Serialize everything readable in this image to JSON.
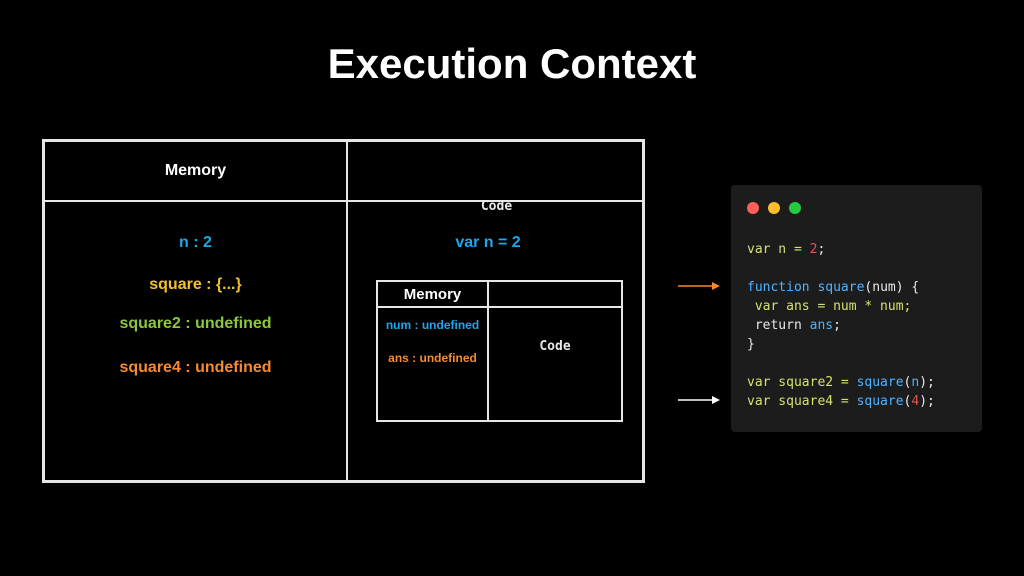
{
  "title": "Execution Context",
  "colors": {
    "background": "#000000",
    "border": "#e6e6e6",
    "blue": "#1ea7e8",
    "yellow": "#f2c02f",
    "green": "#8dc63f",
    "orange": "#f58a2e",
    "editor_bg": "#1c1c1c",
    "code_text": "#e8e8e8",
    "code_number": "#e0554f"
  },
  "global_context": {
    "memory_header": "Memory",
    "code_header": "Code",
    "memory_items": [
      {
        "text": "n : 2",
        "color": "#1ea7e8"
      },
      {
        "text": "square : {...}",
        "color": "#f2c02f"
      },
      {
        "text": "square2 : undefined",
        "color": "#8dc63f"
      },
      {
        "text": "square4 : undefined",
        "color": "#f58a2e"
      }
    ],
    "code_items": [
      {
        "text": "var n = 2",
        "color": "#1ea7e8"
      }
    ]
  },
  "function_context": {
    "memory_header": "Memory",
    "code_header": "Code",
    "memory_items": [
      {
        "text": "num : undefined",
        "color": "#1ea7e8"
      },
      {
        "text": "ans : undefined",
        "color": "#f58a2e"
      }
    ]
  },
  "arrows": [
    {
      "color": "#f58a2e"
    },
    {
      "color": "#ffffff"
    }
  ],
  "editor": {
    "window_dots": [
      {
        "color": "#ff5f56",
        "icon": "close-dot-icon"
      },
      {
        "color": "#ffbd2e",
        "icon": "minimize-dot-icon"
      },
      {
        "color": "#27c93f",
        "icon": "maximize-dot-icon"
      }
    ],
    "code_lines": [
      [
        {
          "t": "var n = ",
          "c": "#d6e26f"
        },
        {
          "t": "2",
          "c": "#e0554f"
        },
        {
          "t": ";",
          "c": "#e8e8e8"
        }
      ],
      [],
      [
        {
          "t": "function ",
          "c": "#4fb3ff"
        },
        {
          "t": "square",
          "c": "#4fb3ff"
        },
        {
          "t": "(num) {",
          "c": "#e8e8e8"
        }
      ],
      [
        {
          "t": " var ans = num * num;",
          "c": "#d6e26f"
        }
      ],
      [
        {
          "t": " return ",
          "c": "#e8e8e8"
        },
        {
          "t": "ans",
          "c": "#4fb3ff"
        },
        {
          "t": ";",
          "c": "#e8e8e8"
        }
      ],
      [
        {
          "t": "}",
          "c": "#e8e8e8"
        }
      ],
      [],
      [
        {
          "t": "var square2 = ",
          "c": "#d6e26f"
        },
        {
          "t": "square",
          "c": "#4fb3ff"
        },
        {
          "t": "(",
          "c": "#e8e8e8"
        },
        {
          "t": "n",
          "c": "#4fb3ff"
        },
        {
          "t": ");",
          "c": "#e8e8e8"
        }
      ],
      [
        {
          "t": "var square4 = ",
          "c": "#d6e26f"
        },
        {
          "t": "square",
          "c": "#4fb3ff"
        },
        {
          "t": "(",
          "c": "#e8e8e8"
        },
        {
          "t": "4",
          "c": "#e0554f"
        },
        {
          "t": ");",
          "c": "#e8e8e8"
        }
      ]
    ]
  }
}
